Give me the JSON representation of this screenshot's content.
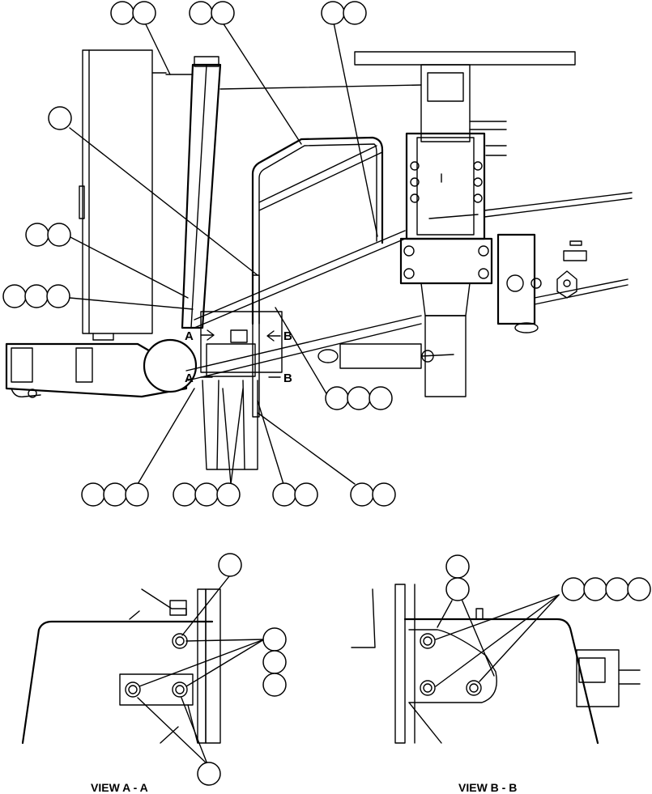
{
  "views": {
    "section_a": "A",
    "section_b": "B",
    "view_a_label": "VIEW A - A",
    "view_b_label": "VIEW B - B"
  },
  "colors": {
    "line": "#000000",
    "background": "#ffffff"
  }
}
